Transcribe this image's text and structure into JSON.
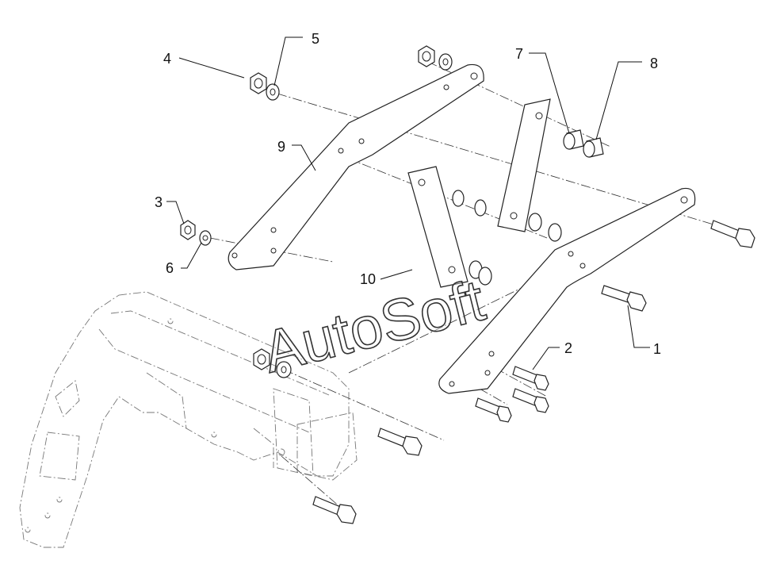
{
  "callouts": [
    {
      "id": "1",
      "text": "1"
    },
    {
      "id": "2",
      "text": "2"
    },
    {
      "id": "3",
      "text": "3"
    },
    {
      "id": "4",
      "text": "4"
    },
    {
      "id": "5",
      "text": "5"
    },
    {
      "id": "6",
      "text": "6"
    },
    {
      "id": "7",
      "text": "7"
    },
    {
      "id": "8",
      "text": "8"
    },
    {
      "id": "9",
      "text": "9"
    },
    {
      "id": "10",
      "text": "10"
    }
  ],
  "watermark": "AutoSoft"
}
